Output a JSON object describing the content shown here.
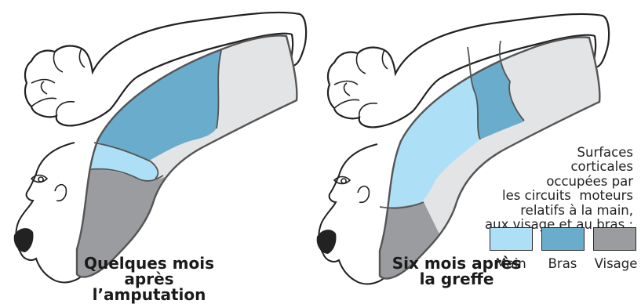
{
  "panels": [
    {
      "caption_line1": "Quelques mois",
      "caption_line2": "après l’amputation"
    },
    {
      "caption_line1": "Six mois après",
      "caption_line2": "la greffe"
    }
  ],
  "legend": {
    "description_lines": [
      "Surfaces",
      "corticales",
      "occupées par",
      "les circuits  moteurs",
      "relatifs à la main,",
      "aux visage et au bras :"
    ],
    "items": [
      {
        "label": "Main",
        "color": "#ade0f7"
      },
      {
        "label": "Bras",
        "color": "#6aaccb"
      },
      {
        "label": "Visage",
        "color": "#9b9ca0"
      }
    ]
  },
  "colors": {
    "cortex_background": "#e3e4e6",
    "outline": "#555555"
  }
}
